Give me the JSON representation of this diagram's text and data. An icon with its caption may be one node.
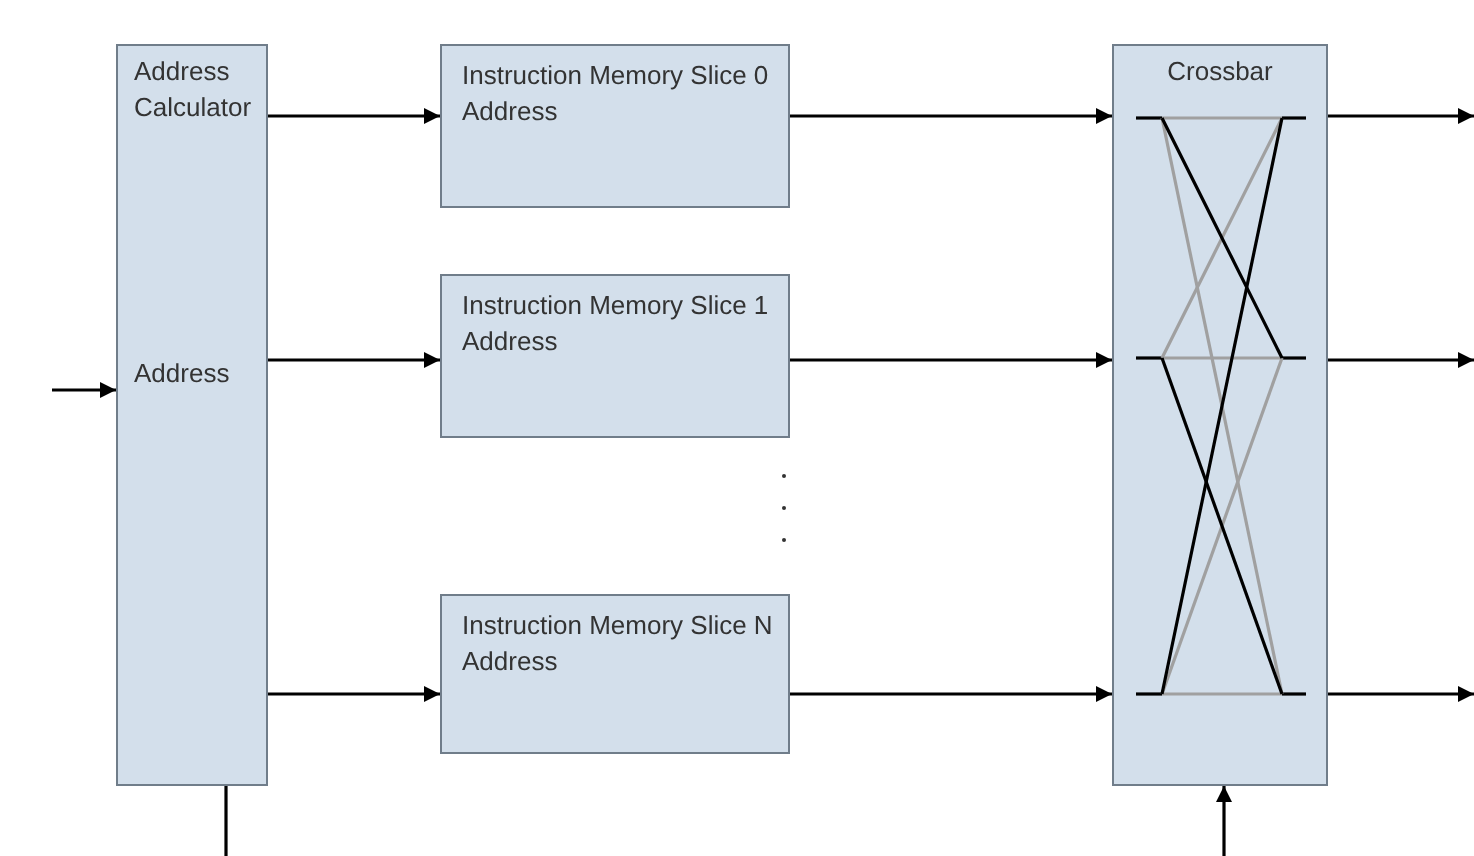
{
  "diagram": {
    "nodes": [
      {
        "text": [
          "Address Calculator",
          "Address"
        ]
      },
      {
        "text": [
          "Instruction Memory Slice 0 Address"
        ]
      },
      {
        "text": [
          "Instruction Memory Slice 1 Address"
        ]
      },
      {
        "text": [
          "Instruction Memory Slice N Address"
        ]
      },
      {
        "text": [
          "Crossbar"
        ]
      }
    ],
    "edges": [
      {
        "from": null,
        "to": 0,
        "arrow": "to"
      },
      {
        "from": 0,
        "to": null,
        "arrow": "none"
      },
      {
        "from": 0,
        "to": 1,
        "arrow": "to"
      },
      {
        "from": 0,
        "to": 2,
        "arrow": "to"
      },
      {
        "from": 0,
        "to": 3,
        "arrow": "to"
      },
      {
        "from": 1,
        "to": 4,
        "arrow": "to"
      },
      {
        "from": 2,
        "to": 4,
        "arrow": "to"
      },
      {
        "from": 3,
        "to": 4,
        "arrow": "to"
      },
      {
        "from": 4,
        "to": null,
        "arrow": "to"
      },
      {
        "from": 4,
        "to": null,
        "arrow": "to"
      },
      {
        "from": 4,
        "to": null,
        "arrow": "to"
      },
      {
        "from": null,
        "to": 4,
        "arrow": "to"
      }
    ]
  }
}
